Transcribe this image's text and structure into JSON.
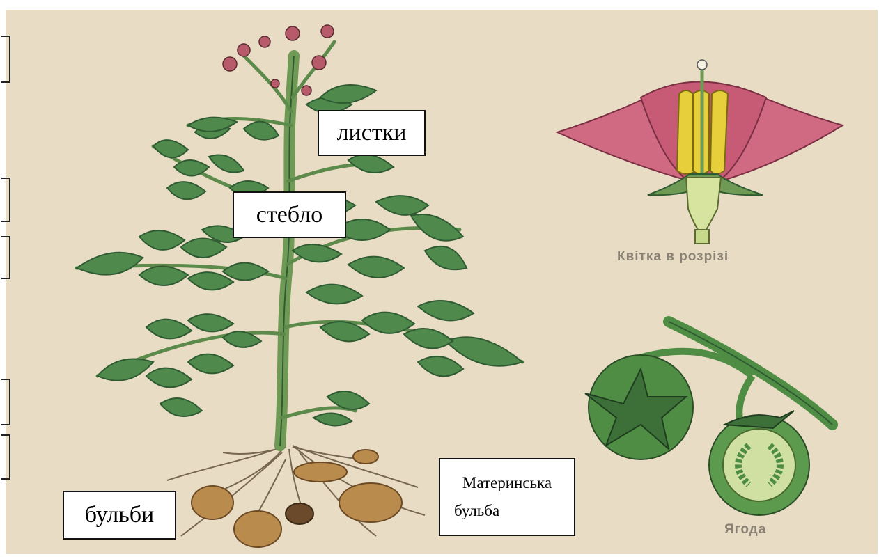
{
  "labels": {
    "leaves": "листки",
    "stem": "стебло",
    "tubers": "бульби",
    "mother_tuber_line1": "Материнська",
    "mother_tuber_line2": "бульба"
  },
  "captions": {
    "flower_section": "Квітка в розрізі",
    "berry": "Ягода"
  },
  "colors": {
    "paper": "#e8dcc4",
    "leaf": "#4f8a4c",
    "leaf_dark": "#2f5b33",
    "stem": "#6f9a55",
    "petal": "#d06a82",
    "anther": "#e6cf3a",
    "berry": "#4f8d45",
    "tuber": "#b98b4d",
    "root": "#6b5a44"
  }
}
